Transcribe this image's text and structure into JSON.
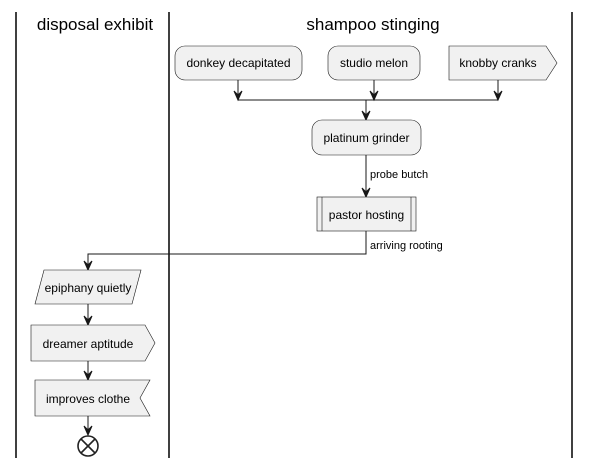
{
  "lanes": {
    "left": {
      "title": "disposal exhibit"
    },
    "right": {
      "title": "shampoo stinging"
    }
  },
  "nodes": {
    "donkey": "donkey decapitated",
    "studio": "studio melon",
    "knobby": "knobby cranks",
    "platinum": "platinum grinder",
    "pastor": "pastor hosting",
    "epiphany": "epiphany quietly",
    "dreamer": "dreamer aptitude",
    "improves": "improves clothe"
  },
  "edges": {
    "probe": "probe butch",
    "arriving": "arriving rooting"
  },
  "icons": {
    "end": "end-circle-x-icon"
  }
}
